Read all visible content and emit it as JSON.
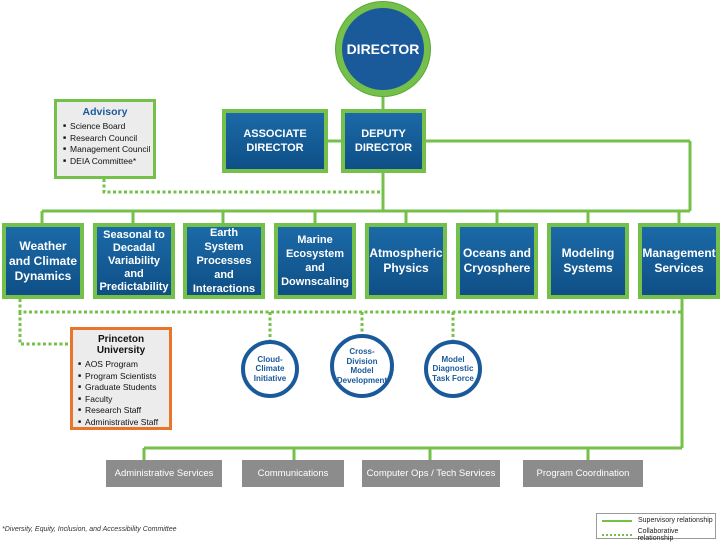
{
  "director": "DIRECTOR",
  "associate_director": "ASSOCIATE DIRECTOR",
  "deputy_director": "DEPUTY DIRECTOR",
  "advisory": {
    "title": "Advisory",
    "items": [
      "Science Board",
      "Research Council",
      "Management Council",
      "DEIA Committee*"
    ]
  },
  "divisions": [
    "Weather and Climate Dynamics",
    "Seasonal to Decadal Variability and Predictability",
    "Earth System Processes and Interactions",
    "Marine Ecosystem and Downscaling",
    "Atmospheric Physics",
    "Oceans and Cryosphere",
    "Modeling Systems",
    "Management Services"
  ],
  "princeton": {
    "title": "Princeton University",
    "items": [
      "AOS Program",
      "Program Scientists",
      "Graduate Students",
      "Faculty",
      "Research Staff",
      "Administrative Staff"
    ]
  },
  "initiatives": [
    "Cloud-Climate Initiative",
    "Cross-Division Model Development",
    "Model Diagnostic Task Force"
  ],
  "services": [
    "Administrative Services",
    "Communications",
    "Computer Ops / Tech Services",
    "Program Coordination"
  ],
  "footnote": "*Diversity, Equity, Inclusion, and Accessibility Committee",
  "legend": {
    "supervisory": "Supervisory relationship",
    "collaborative": "Collaborative relationship"
  },
  "colors": {
    "supervisory": "#74c04a",
    "box": "#1a5a9b",
    "princeton_border": "#e8752a",
    "service": "#8c8c8c"
  }
}
